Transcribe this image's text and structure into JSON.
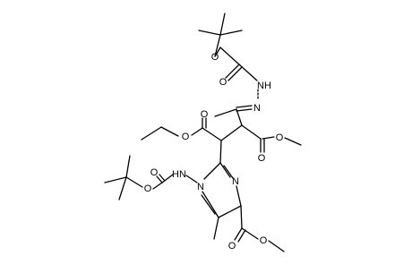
{
  "molecule": {
    "atom_labels": {
      "o_top": "O",
      "o_carbonyl_top": "O",
      "nh_top": "NH",
      "n_top": "N",
      "o_ester_upper_left": "O",
      "o_ester_lower_left": "O",
      "o_ester_upper_right": "O",
      "o_ester_lower_right": "O",
      "nh_left": "HN",
      "o_boc_left_carbonyl": "O",
      "o_boc_left_ether": "O",
      "n_ring_amine": "N",
      "n_ring_imine": "N",
      "o_ester_ring_carbonyl": "O",
      "o_ester_ring_ether": "O"
    }
  },
  "colors": {
    "bond": "#000000",
    "label": "#000000",
    "background": "#ffffff"
  }
}
